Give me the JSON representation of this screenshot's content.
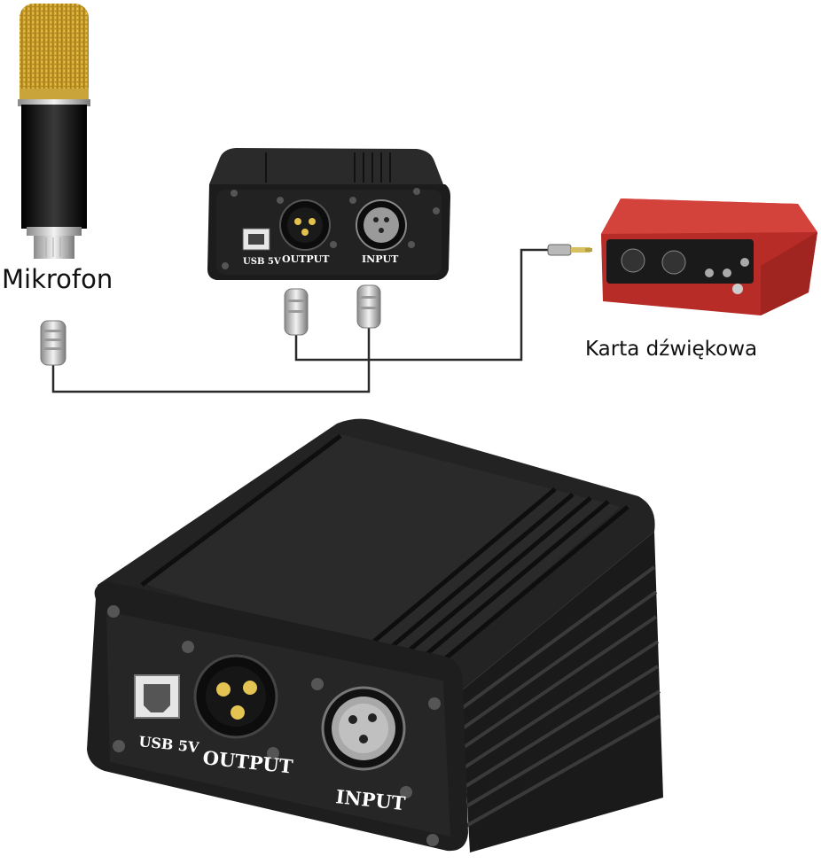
{
  "labels": {
    "microphone": "Mikrofon",
    "sound_card": "Karta dźwiękowa"
  },
  "small_box": {
    "usb": "USB 5V",
    "output": "OUTPUT",
    "input": "INPUT"
  },
  "large_box": {
    "usb": "USB 5V",
    "output": "OUTPUT",
    "input": "INPUT"
  },
  "colors": {
    "background": "#ffffff",
    "mic_grille": "#d4a72c",
    "mic_body": "#141414",
    "phantom_box": "#1c1c1c",
    "sound_card": "#c8332e",
    "cable": "#2a2a2a"
  },
  "icons": [
    "microphone",
    "phantom-power-box",
    "xlr-plug",
    "sound-card",
    "jack-plug"
  ]
}
